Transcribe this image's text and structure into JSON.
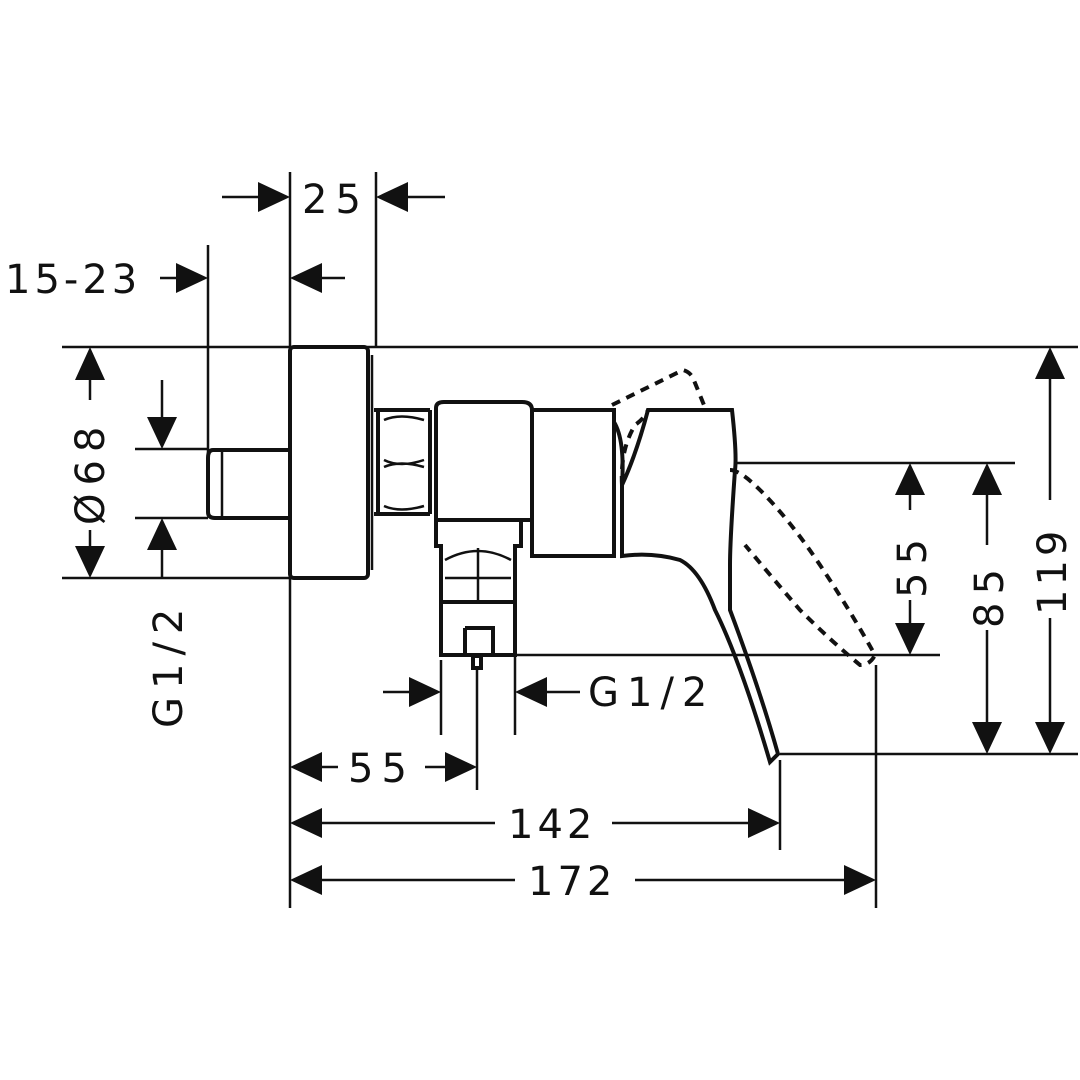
{
  "diagram": {
    "dimensions": {
      "width_25": "25",
      "depth_15_23": "15-23",
      "rosette_dia": "Ø68",
      "inlet_thread": "G1/2",
      "outlet_thread": "G1/2",
      "outlet_offset": "55",
      "length_142": "142",
      "length_172": "172",
      "height_55": "55",
      "height_85": "85",
      "height_119": "119"
    }
  }
}
